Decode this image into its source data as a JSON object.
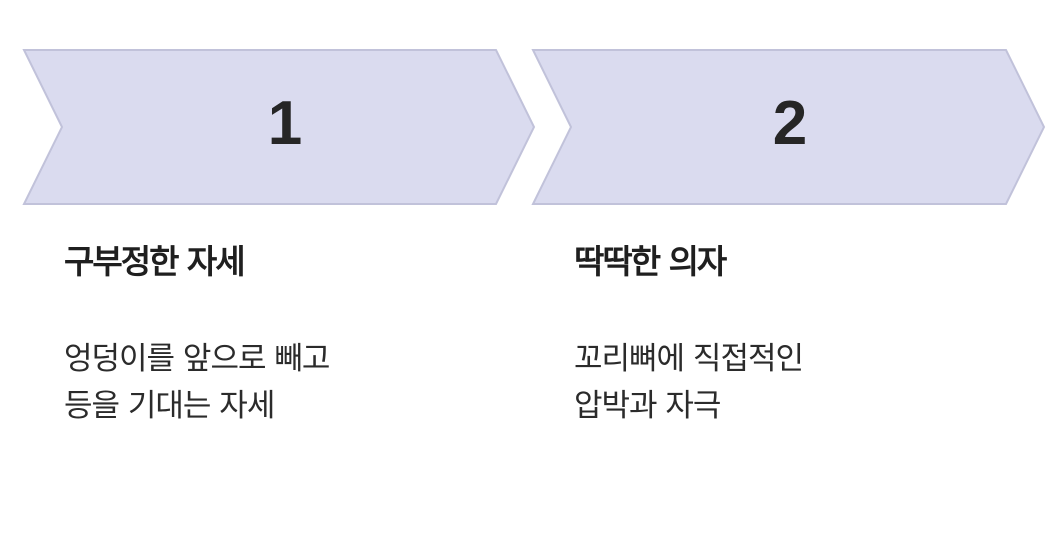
{
  "colors": {
    "chevron_fill": "#dadbef",
    "chevron_stroke": "#c1c2da",
    "text": "#262626",
    "background": "#ffffff"
  },
  "steps": [
    {
      "number": "1",
      "title": "구부정한 자세",
      "description": [
        "엉덩이를 앞으로 빼고",
        "등을 기대는 자세"
      ]
    },
    {
      "number": "2",
      "title": "딱딱한 의자",
      "description": [
        "꼬리뼈에 직접적인",
        "압박과 자극"
      ]
    }
  ]
}
